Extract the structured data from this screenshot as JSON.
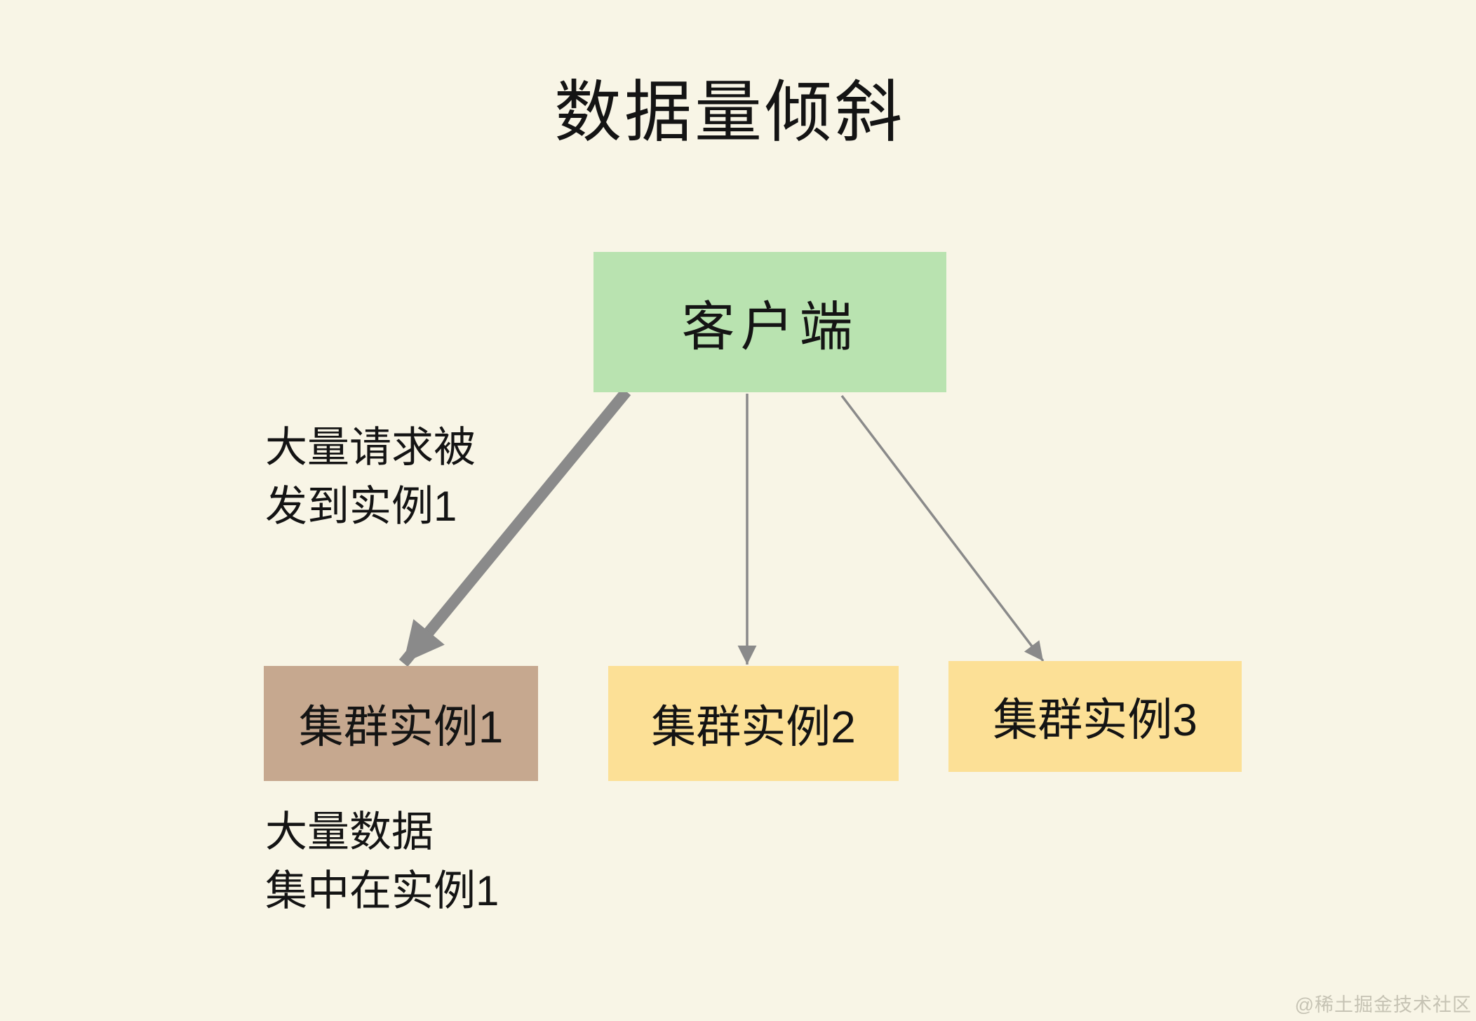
{
  "title": "数据量倾斜",
  "colors": {
    "background": "#f8f5e6",
    "client_box": "#b9e3b0",
    "instance1_box": "#c6a88f",
    "instance2_box": "#fce096",
    "instance3_box": "#fce096",
    "arrow": "#8a8a8a",
    "text": "#141414",
    "watermark": "#c6c3b4"
  },
  "nodes": {
    "client": {
      "label": "客户端"
    },
    "instance1": {
      "label": "集群实例1"
    },
    "instance2": {
      "label": "集群实例2"
    },
    "instance3": {
      "label": "集群实例3"
    }
  },
  "annotations": {
    "requests": {
      "line1": "大量请求被",
      "line2": "发到实例1"
    },
    "data": {
      "line1": "大量数据",
      "line2": "集中在实例1"
    }
  },
  "arrows": [
    {
      "from": "client",
      "to": "instance1",
      "style": "thick"
    },
    {
      "from": "client",
      "to": "instance2",
      "style": "thin"
    },
    {
      "from": "client",
      "to": "instance3",
      "style": "thin"
    }
  ],
  "watermark": "@稀土掘金技术社区"
}
